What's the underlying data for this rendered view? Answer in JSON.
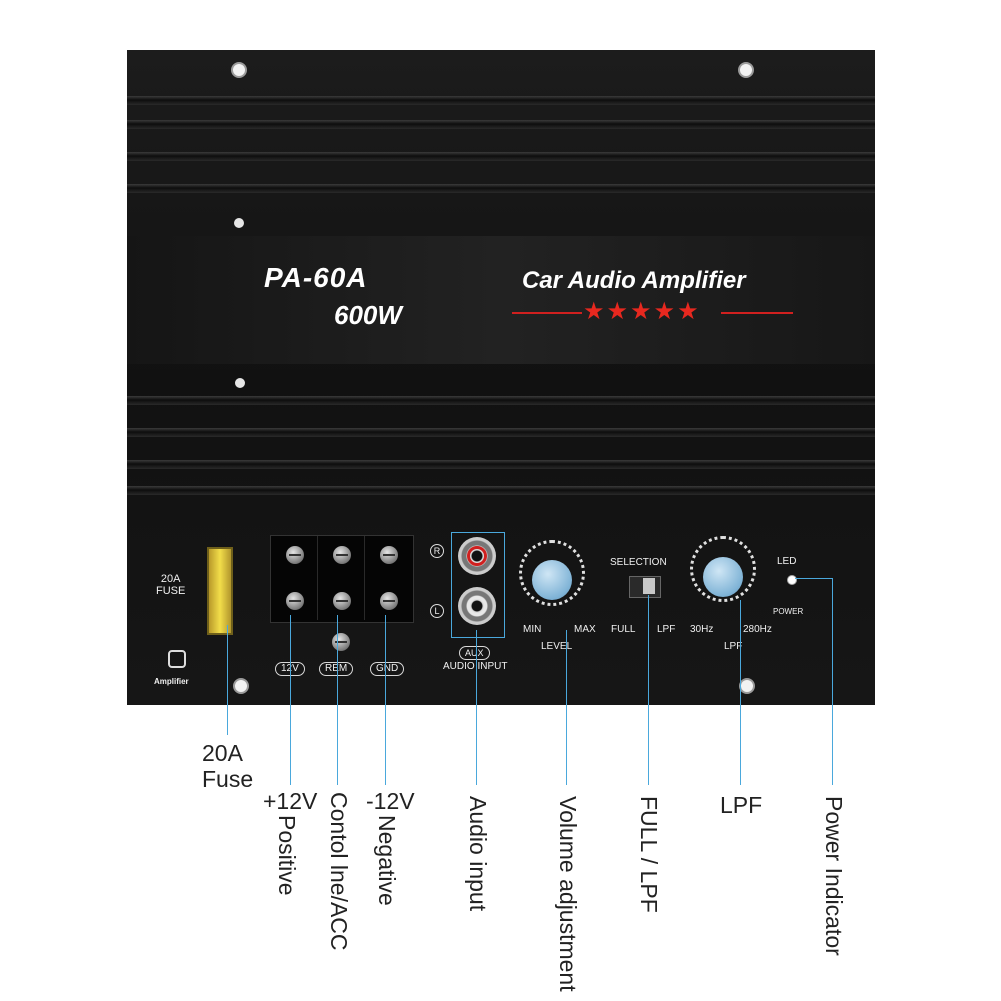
{
  "product": {
    "model": "PA-60A",
    "power": "600W",
    "title": "Car Audio Amplifier",
    "stars": "★★★★★",
    "accent_color": "#d0201f",
    "knob_color": "#7fb3d6"
  },
  "panel_labels": {
    "fuse": "20A\nFUSE",
    "terminal_12v": "12V",
    "terminal_rem": "REM",
    "terminal_gnd": "GND",
    "aux": "AUX",
    "audio_input": "AUDIO INPUT",
    "right": "R",
    "left": "L",
    "selection": "SELECTION",
    "full": "FULL",
    "lpf_switch": "LPF",
    "min": "MIN",
    "max": "MAX",
    "level": "LEVEL",
    "hz30": "30Hz",
    "hz280": "280Hz",
    "lpf_knob": "LPF",
    "led": "LED",
    "power": "POWER",
    "logo_text": "Amplifier"
  },
  "callouts": {
    "fuse": "20A\nFuse",
    "positive_1": "+12V",
    "positive_2": "Positive",
    "control": "Contol lne/ACC",
    "negative_1": "-12V",
    "negative_2": "Negative",
    "audio_input": "Audio input",
    "volume": "Volume adjustment",
    "full_lpf": "FULL / LPF",
    "lpf": "LPF",
    "power_indicator": "Power Indicator"
  }
}
